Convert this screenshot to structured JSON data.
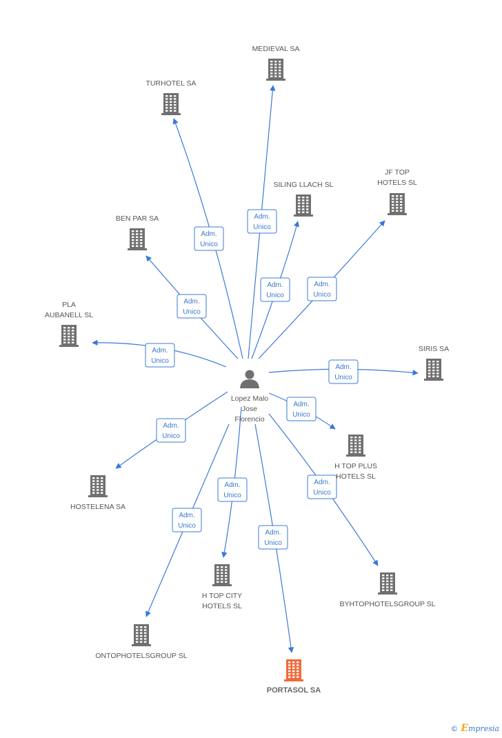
{
  "center": {
    "label": [
      "Lopez Malo",
      "Jose",
      "Florencio"
    ]
  },
  "companies": [
    {
      "id": "medieval",
      "label": [
        "MEDIEVAL SA"
      ],
      "highlight": false
    },
    {
      "id": "turhotel",
      "label": [
        "TURHOTEL SA"
      ],
      "highlight": false
    },
    {
      "id": "siling",
      "label": [
        "SILING LLACH SL"
      ],
      "highlight": false
    },
    {
      "id": "jftop",
      "label": [
        "JF TOP",
        "HOTELS  SL"
      ],
      "highlight": false
    },
    {
      "id": "benpar",
      "label": [
        "BEN PAR SA"
      ],
      "highlight": false
    },
    {
      "id": "pla",
      "label": [
        "PLA",
        "AUBANELL SL"
      ],
      "highlight": false
    },
    {
      "id": "siris",
      "label": [
        "SIRIS SA"
      ],
      "highlight": false
    },
    {
      "id": "htopplus",
      "label": [
        "H TOP PLUS",
        "HOTELS  SL"
      ],
      "highlight": false
    },
    {
      "id": "hostelena",
      "label": [
        "HOSTELENA SA"
      ],
      "highlight": false
    },
    {
      "id": "htopcity",
      "label": [
        "H TOP CITY",
        "HOTELS  SL"
      ],
      "highlight": false
    },
    {
      "id": "byhto",
      "label": [
        "BYHTOPHOTELSGROUP SL"
      ],
      "highlight": false
    },
    {
      "id": "ontop",
      "label": [
        "ONTOPHOTELSGROUP SL"
      ],
      "highlight": false
    },
    {
      "id": "portasol",
      "label": [
        "PORTASOL SA"
      ],
      "highlight": true
    }
  ],
  "edge_label": [
    "Adm.",
    "Unico"
  ],
  "colors": {
    "edge": "#3a78d8",
    "icon": "#707070",
    "icon_highlight": "#f26a3a",
    "badge_border": "#3a78d8",
    "badge_text": "#3a78c8"
  },
  "brand": {
    "copyright": "©",
    "e": "E",
    "rest": "mpresia"
  }
}
